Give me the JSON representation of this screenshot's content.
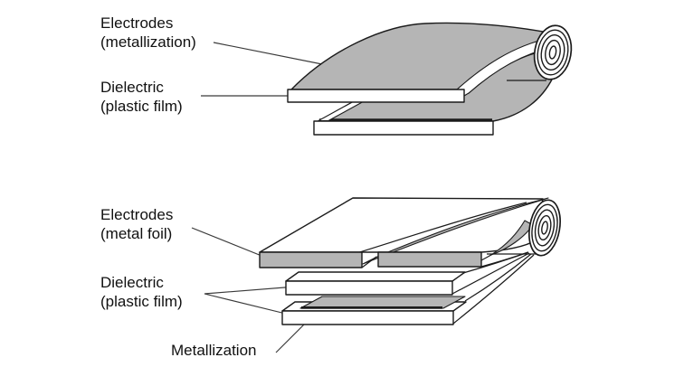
{
  "background": "#ffffff",
  "colors": {
    "metal_gray": "#b5b5b5",
    "film_white": "#ffffff",
    "outline_black": "#1b1b1b",
    "text_black": "#111111"
  },
  "top_diagram": {
    "labels": {
      "electrodes": {
        "line1": "Electrodes",
        "line2": "(metallization)"
      },
      "dielectric": {
        "line1": "Dielectric",
        "line2": "(plastic film)"
      }
    }
  },
  "bottom_diagram": {
    "labels": {
      "electrodes": {
        "line1": "Electrodes",
        "line2": "(metal foil)"
      },
      "dielectric": {
        "line1": "Dielectric",
        "line2": "(plastic film)"
      },
      "metallization": {
        "line1": "Metallization"
      }
    }
  }
}
